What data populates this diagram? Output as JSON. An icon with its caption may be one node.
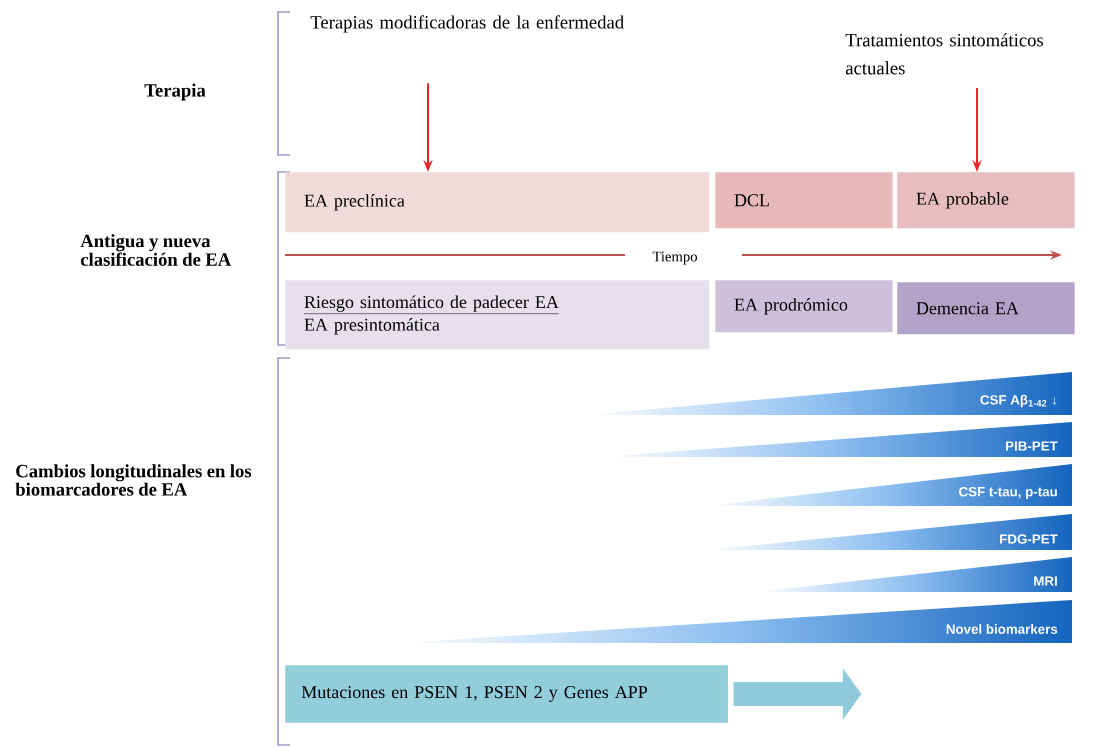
{
  "diagram": {
    "nodes": [
      {
        "text": [
          "Terapias  modificadoras de la enfermedad"
        ]
      },
      {
        "text": [
          "Tratamientos sintomáticos actuales"
        ]
      },
      {
        "text": [
          "EA preclínica"
        ]
      },
      {
        "text": [
          "DCL"
        ]
      },
      {
        "text": [
          "EA probable"
        ]
      },
      {
        "text": [
          "Riesgo sintomático  de padecer EA",
          "EA presintomática"
        ]
      },
      {
        "text": [
          "EA prodrómico"
        ]
      },
      {
        "text": [
          "Demencia  EA"
        ]
      },
      {
        "text": [
          "CSF Aβ$_{1-42}$ ↓"
        ]
      },
      {
        "text": [
          "PIB-PET"
        ]
      },
      {
        "text": [
          "CSF t-tau, p-tau"
        ]
      },
      {
        "text": [
          "FDG-PET"
        ]
      },
      {
        "text": [
          "MRI"
        ]
      },
      {
        "text": [
          "Novel biomarkers"
        ]
      },
      {
        "text": [
          "Mutaciones  en PSEN 1, PSEN 2 y Genes APP"
        ]
      }
    ],
    "edges": [
      {
        "from": 0,
        "to": 2,
        "arrow": "to"
      },
      {
        "from": 1,
        "to": 4,
        "arrow": "to"
      },
      {
        "from": 14,
        "to": null,
        "arrow": "to",
        "style": "thick",
        "color": "#8ecadb"
      }
    ],
    "labels": [
      "Terapia",
      "Antigua y nueva clasificación de EA",
      "Tiempo",
      "Cambios longitudinales en los biomarcadores de EA"
    ]
  }
}
